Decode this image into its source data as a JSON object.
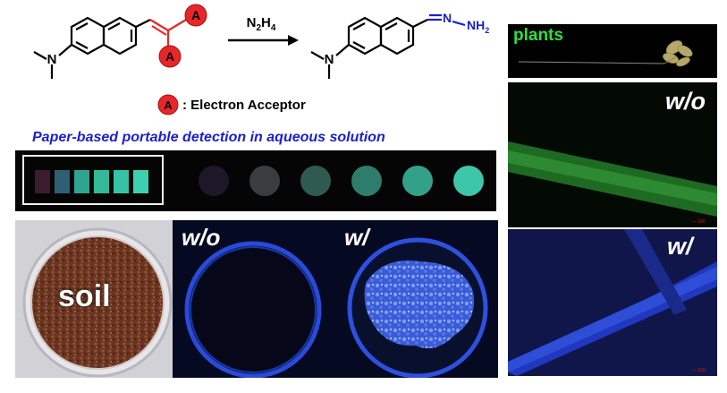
{
  "scheme": {
    "reagent": "N2H4",
    "reagent_base": "N",
    "reagent_sub1": "2",
    "reagent_mid": "H",
    "reagent_sub2": "4",
    "acceptor_symbol": "A",
    "legend_text": ": Electron Acceptor",
    "product_group": "NH2",
    "product_N": "N",
    "product_NH": "NH",
    "product_sub": "2",
    "amine_N": "N",
    "accent_color": "#e8262a"
  },
  "paper_strip": {
    "title": "Paper-based portable detection in aqueous solution",
    "title_color": "#1a1fd0",
    "strip_colors": [
      "#3a1c2e",
      "#2e5f73",
      "#2fa38e",
      "#33b898",
      "#37c2a3",
      "#3cd0b0"
    ],
    "spot_colors": [
      "#1d1828",
      "#3a3d40",
      "#2f5a52",
      "#2e7d6c",
      "#33a08a",
      "#3ec6ab"
    ]
  },
  "soil_panels": {
    "soil_label": "soil",
    "without_label": "w/o",
    "with_label": "w/"
  },
  "plant_panels": {
    "plants_label": "plants",
    "plants_label_color": "#2fe03c",
    "without_label": "w/o",
    "with_label": "w/"
  }
}
